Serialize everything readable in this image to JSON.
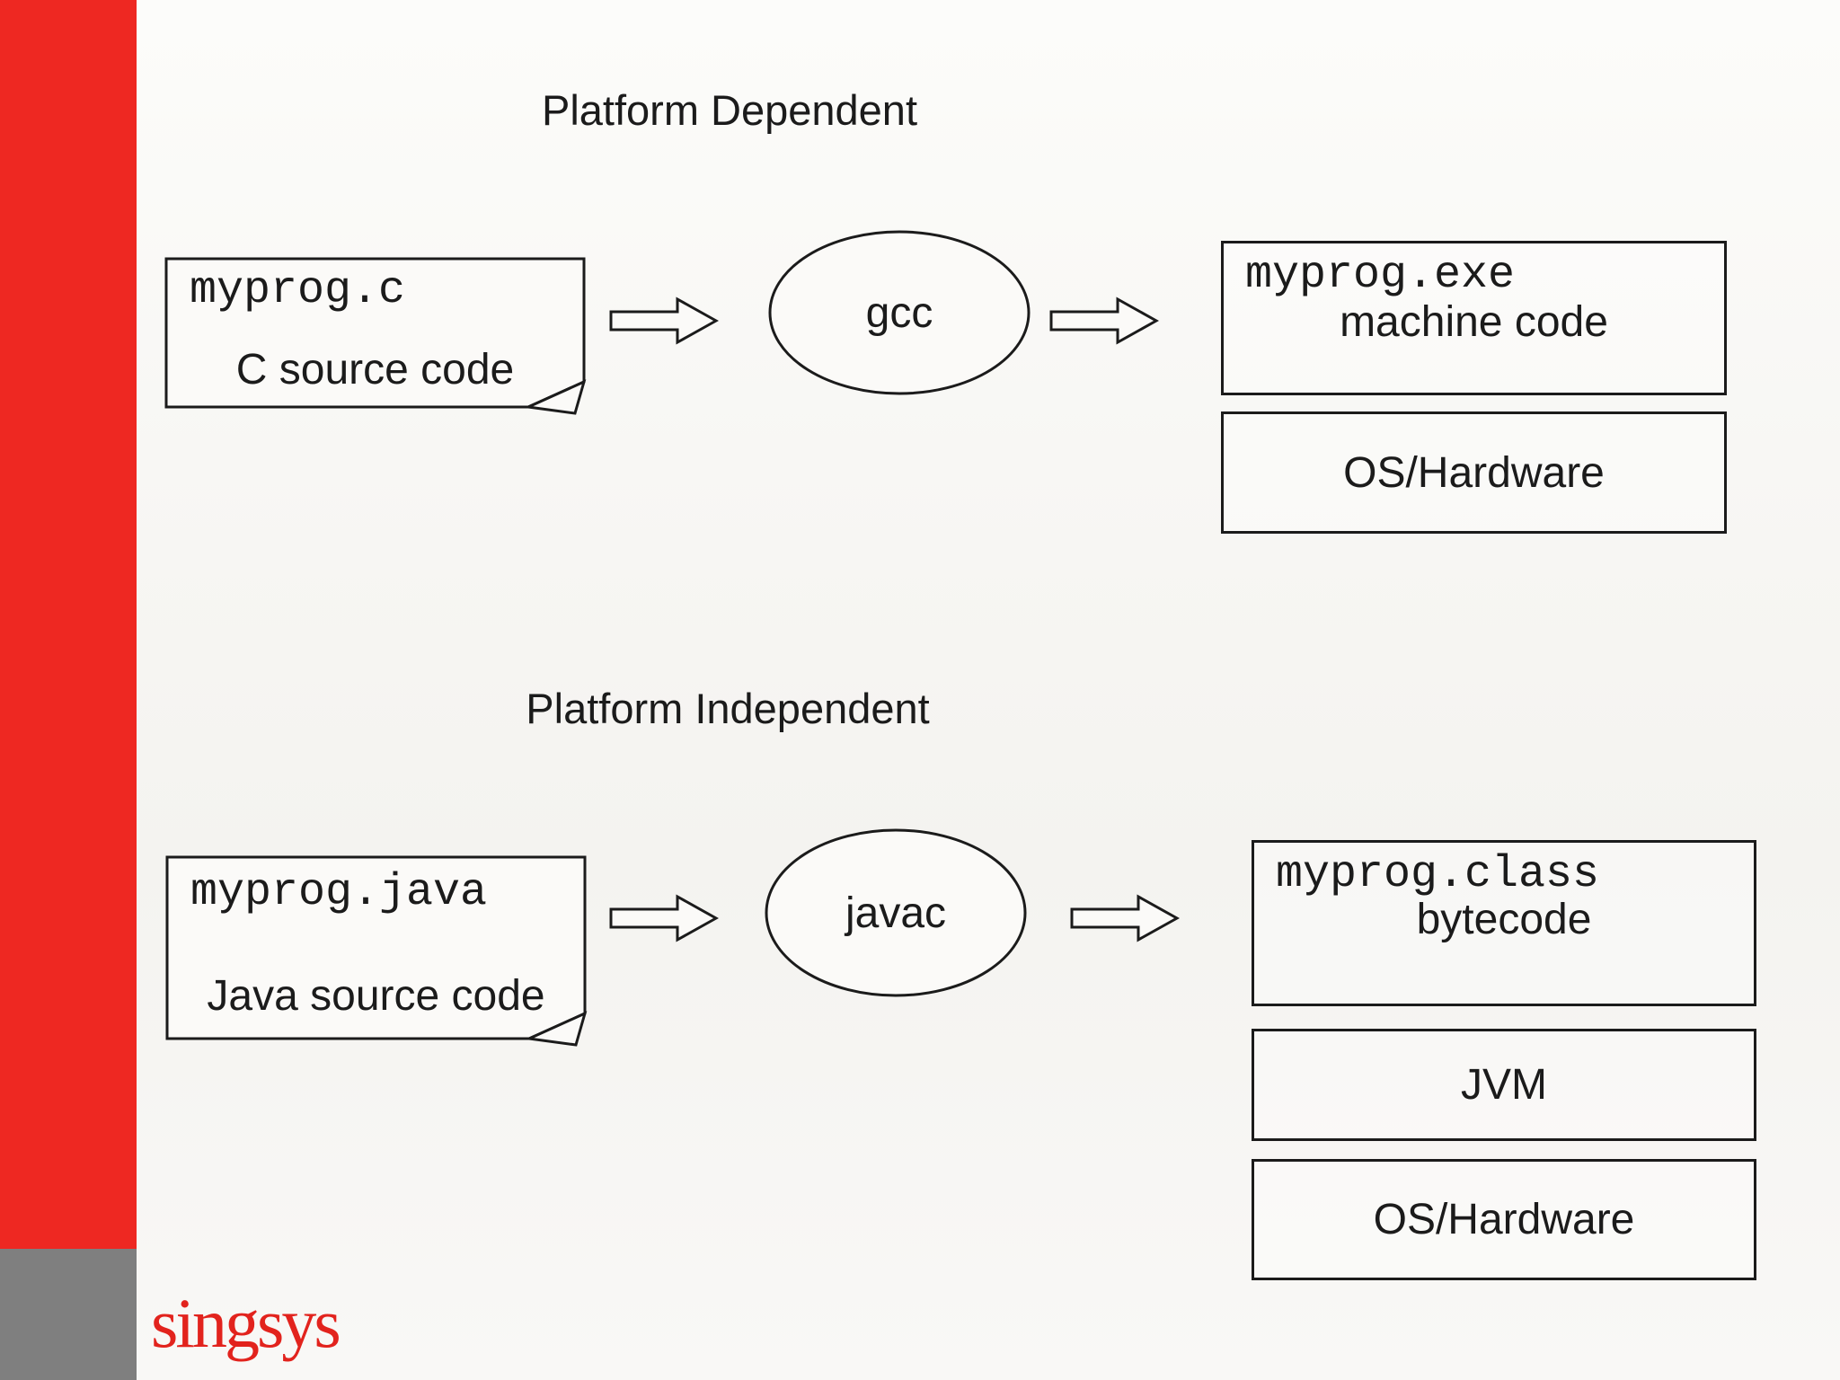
{
  "colors": {
    "background": "#f8f7f4",
    "accent_red": "#ee2822",
    "footer_gray": "#7f7f7f",
    "ink": "#1b1b1b",
    "logo_red": "#e2231d"
  },
  "logo": {
    "text": "singsys"
  },
  "diagram": {
    "arrow_icon": "right-block-arrow",
    "sections": [
      {
        "title": "Platform Dependent",
        "source": {
          "filename": "myprog.c",
          "caption": "C source code"
        },
        "compiler": "gcc",
        "output": {
          "filename": "myprog.exe",
          "caption": "machine code"
        },
        "stack": [
          "OS/Hardware"
        ]
      },
      {
        "title": "Platform Independent",
        "source": {
          "filename": "myprog.java",
          "caption": "Java source code"
        },
        "compiler": "javac",
        "output": {
          "filename": "myprog.class",
          "caption": "bytecode"
        },
        "stack": [
          "JVM",
          "OS/Hardware"
        ]
      }
    ]
  }
}
